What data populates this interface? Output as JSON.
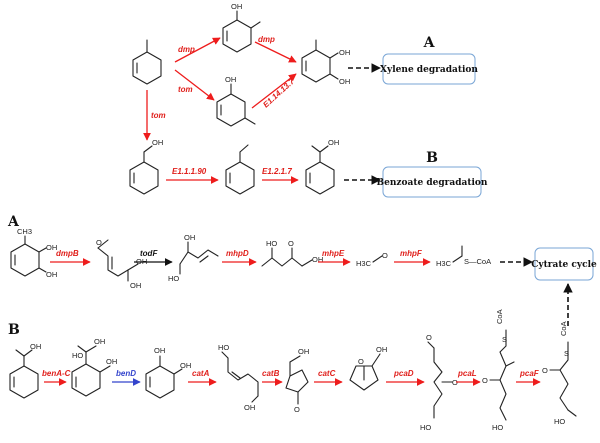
{
  "colors": {
    "arrow": "#ee1c1c",
    "enzyme": "#e0201c",
    "black": "#111111",
    "blue": "#3344cc",
    "box_border": "#7aa6d6"
  },
  "upper": {
    "label_a": "A",
    "label_b": "B",
    "box_xylene": "Xylene degradation",
    "box_benzoate": "Benzoate degradation",
    "enzymes": {
      "dmp1": "dmp",
      "dmp2": "dmp",
      "tom1": "tom",
      "tom2": "tom",
      "e1": "E1.14.13.7",
      "e2": "E1.1.1.90",
      "e3": "E1.2.1.7"
    },
    "oh": "OH"
  },
  "pathway_a": {
    "label": "A",
    "enzymes": [
      "dmpB",
      "todF",
      "mhpD",
      "mhpE",
      "mhpF"
    ],
    "texts": {
      "ch3": "CH3",
      "o": "O",
      "oh": "OH",
      "ho": "HO",
      "h3c": "H3C",
      "s_coa": "S—CoA"
    },
    "box": "Cytrate cycle"
  },
  "pathway_b": {
    "label": "B",
    "enzymes": [
      "benA-C",
      "benD",
      "catA",
      "catB",
      "catC",
      "pcaD",
      "pcaL",
      "pcaF"
    ],
    "texts": {
      "o": "O",
      "oh": "OH",
      "ho": "HO",
      "s": "S",
      "coa": "CoA"
    }
  }
}
